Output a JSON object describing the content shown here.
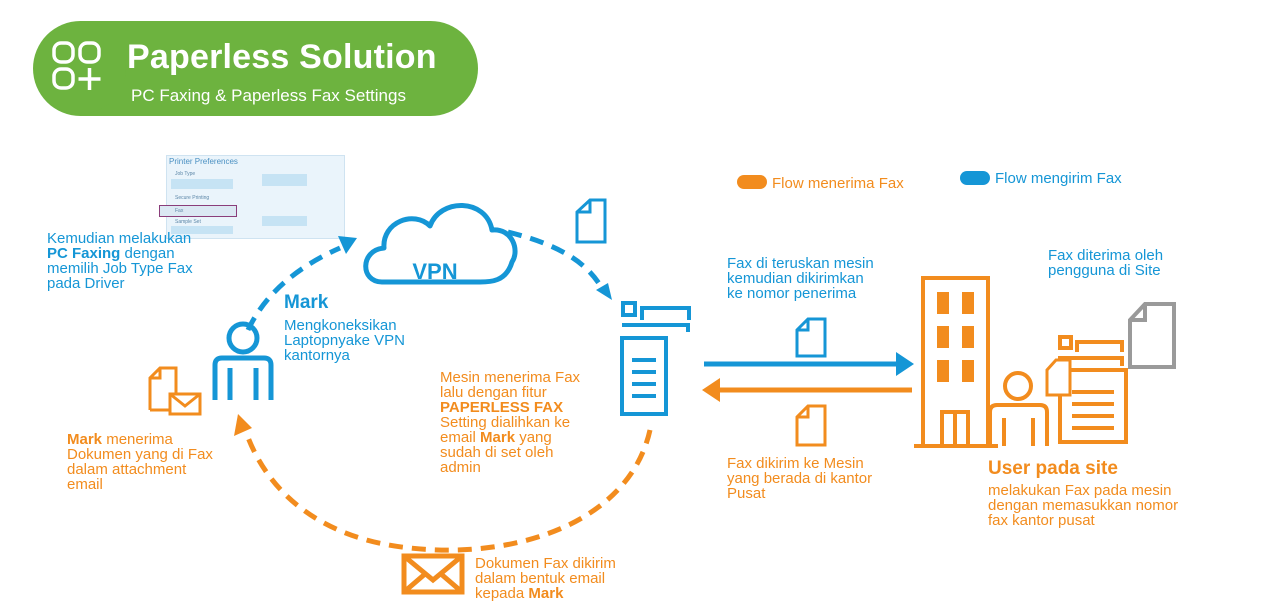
{
  "header": {
    "title": "Paperless Solution",
    "subtitle": "PC Faxing & Paperless Fax Settings",
    "color": "#6db33f"
  },
  "printer_preferences": {
    "title": "Printer Preferences",
    "job_type_label": "Job Type",
    "secure_printing_label": "Secure Printing",
    "fax_label": "Fax",
    "sample_set_label": "Sample Set"
  },
  "legend": {
    "receive_label": "Flow menerima Fax",
    "send_label": "Flow mengirim Fax",
    "receive_color": "#f28c1e",
    "send_color": "#1596d6"
  },
  "vpn_label": "VPN",
  "pc_faxing_note": {
    "line1": "Kemudian melakukan",
    "bold": "PC Faxing",
    "rest": " dengan",
    "line3": "memilih Job Type Fax",
    "line4": "pada Driver"
  },
  "mark_connect": {
    "name": "Mark",
    "line1": "Mengkoneksikan",
    "line2": "Laptopnyake VPN",
    "line3": "kantornya"
  },
  "mark_receive": {
    "bold": "Mark",
    "rest": " menerima",
    "line2": "Dokumen yang di Fax",
    "line3": "dalam attachment",
    "line4": "email"
  },
  "machine_receive": {
    "line1": "Mesin menerima Fax",
    "line2": "lalu dengan fitur",
    "line3": "PAPERLESS FAX",
    "line4": "Setting dialihkan ke",
    "line5_pre": "email ",
    "line5_bold": "Mark",
    "line5_post": " yang",
    "line6": "sudah di set oleh",
    "line7": "admin"
  },
  "forward_note": {
    "line1": "Fax di teruskan mesin",
    "line2": "kemudian dikirimkan",
    "line3": "ke nomor penerima"
  },
  "sent_note": {
    "line1": "Fax dikirim ke Mesin",
    "line2": "yang berada di kantor",
    "line3": "Pusat"
  },
  "site_receive_note": {
    "line1": "Fax diterima oleh",
    "line2": "pengguna di Site"
  },
  "user_site": {
    "title": "User pada site",
    "line1": "melakukan Fax pada mesin",
    "line2": "dengan memasukkan nomor",
    "line3": "fax kantor pusat"
  },
  "email_note": {
    "line1": "Dokumen Fax dikirim",
    "line2": "dalam bentuk email",
    "line3_pre": "kepada ",
    "line3_bold": "Mark"
  },
  "icons": [
    "apps-icon",
    "cloud-icon",
    "document-icon",
    "person-icon",
    "printer-icon",
    "building-icon",
    "envelope-icon",
    "document-email-icon"
  ]
}
